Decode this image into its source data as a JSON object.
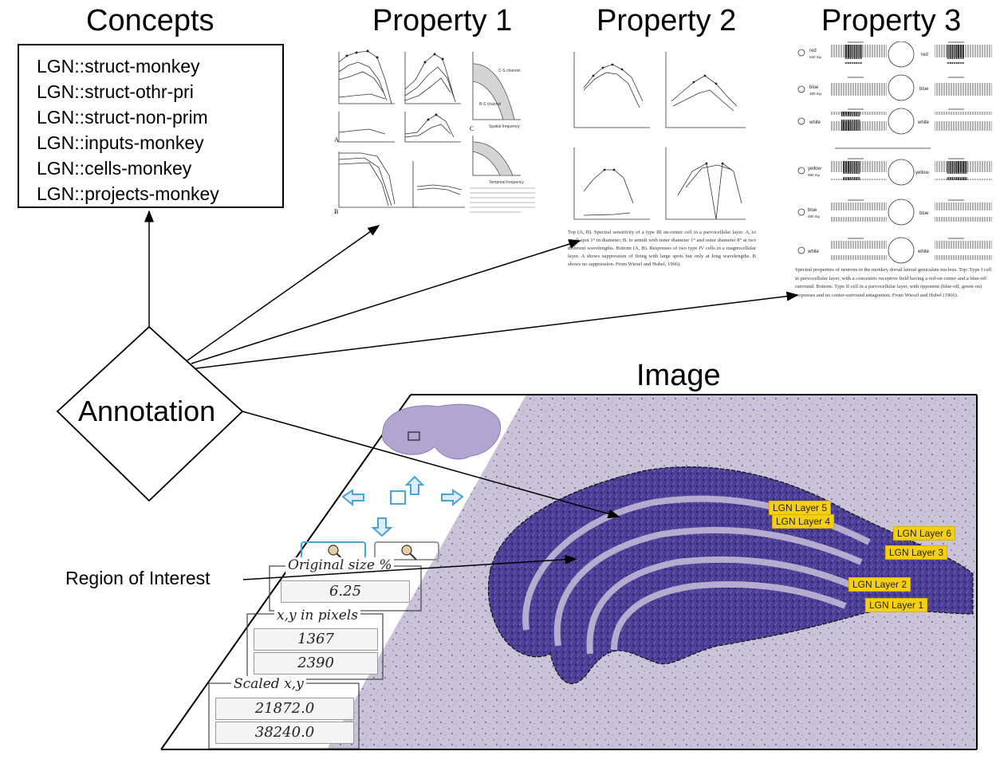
{
  "headings": {
    "concepts": "Concepts",
    "property1": "Property 1",
    "property2": "Property 2",
    "property3": "Property 3",
    "image": "Image"
  },
  "concepts": [
    "LGN::struct-monkey",
    "LGN::struct-othr-pri",
    "LGN::struct-non-prim",
    "LGN::inputs-monkey",
    "LGN::cells-monkey",
    "LGN::projects-monkey"
  ],
  "annotation_label": "Annotation",
  "region_label": "Region of Interest",
  "property2_caption": "Top (A, B). Spectral sensitivity of a type III on-center cell in a parvocellular layer. A, to small spot 1° in diameter; B, to annuli with inner diameter 1° and outer diameter 8° at two different wavelengths. Bottom (A, B). Responses of two type IV cells in a magnocellular layer. A shows suppression of firing with large spots but only at long wavelengths. B shows no suppression. From Wiesel and Hubel, 1966).",
  "property3_caption": "Spectral properties of neurons in the monkey dorsal lateral geniculate nucleus. Top: Type I cell in parvocellular layer, with a concentric receptive field having a red-on center and a blue-off surround. Bottom: Type II cell in a parvocellular layer, with opponent (blue-off, green-on) responses and no center-surround antagonism. From Wiesel and Hubel (1966).",
  "property3_rows": [
    {
      "color": "red",
      "sub": "640 mμ"
    },
    {
      "color": "blue",
      "sub": "480 mμ"
    },
    {
      "color": "white",
      "sub": ""
    },
    {
      "color": "yellow",
      "sub": "580 mμ"
    },
    {
      "color": "blue",
      "sub": "480 mμ"
    },
    {
      "color": "white",
      "sub": ""
    }
  ],
  "property1_labels": {
    "a": "A",
    "b": "B",
    "c": "C",
    "c_channel": "C-S channel",
    "b_channel": "B-S channel",
    "spatial_freq": "Spatial frequency",
    "temporal_freq": "Temporal frequency"
  },
  "viewer_panel": {
    "original_size_label": "Original size %",
    "original_size_value": "6.25",
    "xy_pixels_label": "x,y in pixels",
    "x_pixels": "1367",
    "y_pixels": "2390",
    "scaled_label": "Scaled x,y",
    "scaled_x": "21872.0",
    "scaled_y": "38240.0"
  },
  "layer_labels": [
    "LGN Layer 5",
    "LGN Layer 4",
    "LGN Layer 6",
    "LGN Layer 3",
    "LGN Layer 2",
    "LGN Layer 1"
  ],
  "colors": {
    "tissue": "#c9c2d8",
    "stain": "#4c3f96",
    "label_fill": "#f5cf12"
  }
}
